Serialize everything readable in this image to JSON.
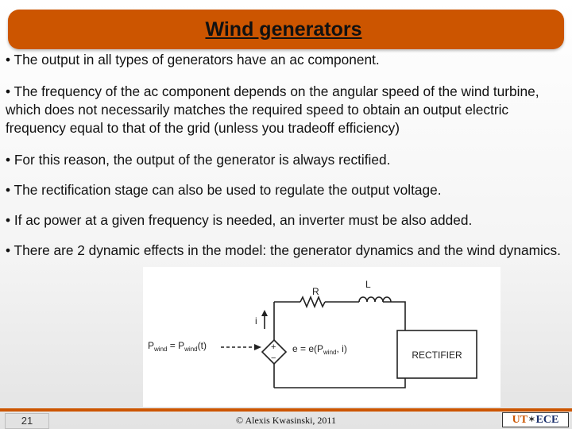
{
  "slide": {
    "title": "Wind generators",
    "bullets": [
      "• The output in all types of generators have an ac component.",
      "• The frequency of the ac component depends on the angular speed of the wind turbine, which does not necessarily matches the required speed to obtain an output electric frequency equal to that of the grid (unless you tradeoff efficiency)",
      "• For this reason, the output of the generator is always rectified.",
      "• The rectification stage can also be used to regulate the output voltage.",
      "• If ac power at a given frequency is needed, an inverter must be also added.",
      "• There are 2 dynamic effects in the model: the generator dynamics and the wind dynamics."
    ]
  },
  "circuit": {
    "resistor_label": "R",
    "inductor_label": "L",
    "current_label": "i",
    "source_plus": "+",
    "source_minus": "−",
    "input_label": "P",
    "input_label_sub": "wind",
    "input_eq": " = P",
    "input_eq_sub": "wind",
    "input_arg": "(t)",
    "emf_label": "e = e(P",
    "emf_sub": "wind",
    "emf_tail": ", i)",
    "block_label": "RECTIFIER"
  },
  "footer": {
    "slide_number": "21",
    "copyright": "© Alexis Kwasinski, 2011",
    "logo_ut": "UT",
    "logo_ece": "ECE"
  }
}
